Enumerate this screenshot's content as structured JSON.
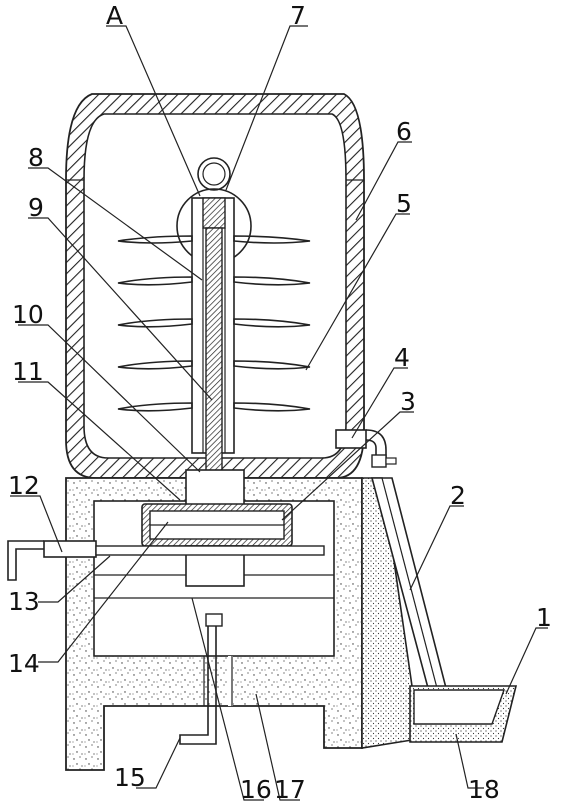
{
  "diagram": {
    "labels": {
      "l1": "1",
      "l2": "2",
      "l3": "3",
      "l4": "4",
      "l5": "5",
      "l6": "6",
      "l7": "7",
      "l8": "8",
      "l9": "9",
      "l10": "10",
      "l11": "11",
      "l12": "12",
      "l13": "13",
      "l14": "14",
      "l15": "15",
      "l16": "16",
      "l17": "17",
      "l18": "18",
      "lA": "A"
    },
    "colors": {
      "line": "#222222",
      "background": "#ffffff"
    }
  }
}
